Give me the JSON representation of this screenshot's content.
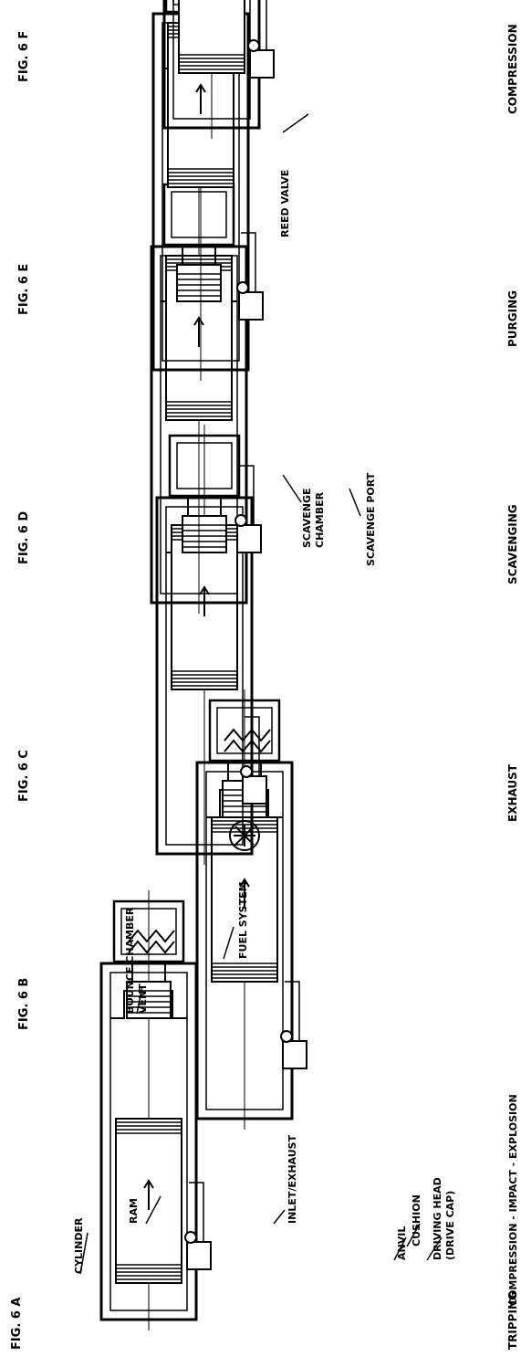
{
  "figures": [
    {
      "fig": "FIG. 6 A",
      "stage": "TRIPPING"
    },
    {
      "fig": "FIG. 6 B",
      "stage": "COMPRESSION - IMPACT - EXPLOSION"
    },
    {
      "fig": "FIG. 6 C",
      "stage": "EXHAUST"
    },
    {
      "fig": "FIG. 6 D",
      "stage": "SCAVENGING"
    },
    {
      "fig": "FIG. 6 E",
      "stage": "PURGING"
    },
    {
      "fig": "FIG. 6 F",
      "stage": "COMPRESSION"
    }
  ],
  "labels": {
    "cylinder": "CYLINDER",
    "ram": "RAM",
    "inlet_exhaust": "INLET/EXHAUST",
    "anvil": "ANVIL",
    "cushion": "CUSHION",
    "driving_head_1": "DRIVING HEAD",
    "driving_head_2": "(DRIVE CAP)",
    "bounce_1": "BOUNCE CHAMBER",
    "bounce_2": "VENT",
    "fuel_system": "FUEL SYSTEM",
    "scavenge_chamber_1": "SCAVENGE",
    "scavenge_chamber_2": "CHAMBER",
    "scavenge_port": "SCAVENGE PORT",
    "reed_valve": "REED VALVE"
  },
  "colors": {
    "ink": "#000000",
    "paper": "#ffffff"
  }
}
